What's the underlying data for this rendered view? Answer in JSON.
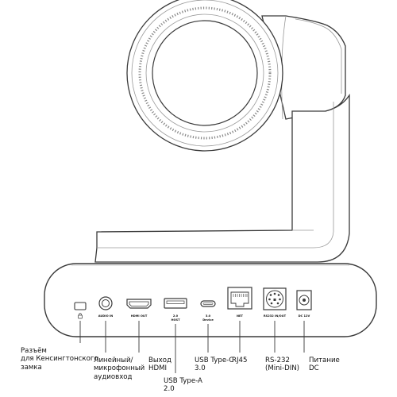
{
  "port_captions": {
    "audio_in": "AUDIO IN",
    "hdmi_out": "HDMI OUT",
    "usb_a_line1": "2.0",
    "usb_a_line2": "HOST",
    "usb_c_line1": "3.0",
    "usb_c_line2": "Device",
    "net": "NET",
    "rs232": "RS232 IN/OUT",
    "dc": "DC 12V"
  },
  "callouts": {
    "kensington": "Разъём\nдля Кенсингтонского\nзамка",
    "audio": "Линейный/\nмикрофонный\nаудиовход",
    "hdmi": "Выход\nHDMI",
    "usb_a": "USB Type-A\n2.0",
    "usb_c": "USB Type-C\n3.0",
    "rj45": "RJ45",
    "rs232": "RS-232\n(Mini-DIN)",
    "power": "Питание\nDC"
  },
  "icons": {
    "kensington": "lock-slot-icon",
    "lock_symbol": "padlock-icon",
    "audio": "audio-jack-icon",
    "hdmi": "hdmi-port-icon",
    "usb_a": "usb-a-port-icon",
    "usb_c": "usb-c-port-icon",
    "rj45": "rj45-port-icon",
    "rs232": "mini-din-port-icon",
    "dc": "dc-jack-icon"
  },
  "colors": {
    "line": "#3a3a3a",
    "light_line": "#9a9a9a",
    "fill": "#ffffff"
  }
}
